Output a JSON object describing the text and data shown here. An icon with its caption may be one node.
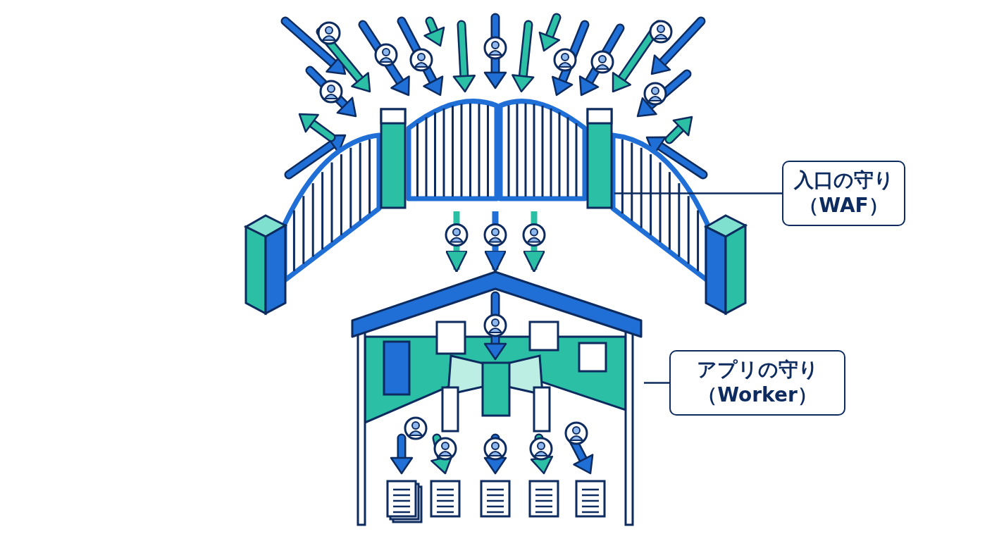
{
  "diagram": {
    "nodes": [
      {
        "text": [
          "入口の守り（WAF）"
        ]
      },
      {
        "text": [],
        "shape": "picture"
      },
      {
        "text": [
          "アプリの守り（Worker）"
        ]
      },
      {
        "text": [],
        "shape": "picture"
      }
    ],
    "edges": [
      {
        "from": 0,
        "to": 1,
        "arrow": "none"
      },
      {
        "from": 2,
        "to": 3,
        "arrow": "none"
      },
      {
        "from": 1,
        "to": 3,
        "arrow": "to",
        "color": "#2bbfa6"
      },
      {
        "from": 1,
        "to": 3,
        "arrow": "to",
        "color": "#1f6fd6"
      },
      {
        "from": 1,
        "to": 3,
        "arrow": "to",
        "color": "#2bbfa6"
      }
    ]
  }
}
